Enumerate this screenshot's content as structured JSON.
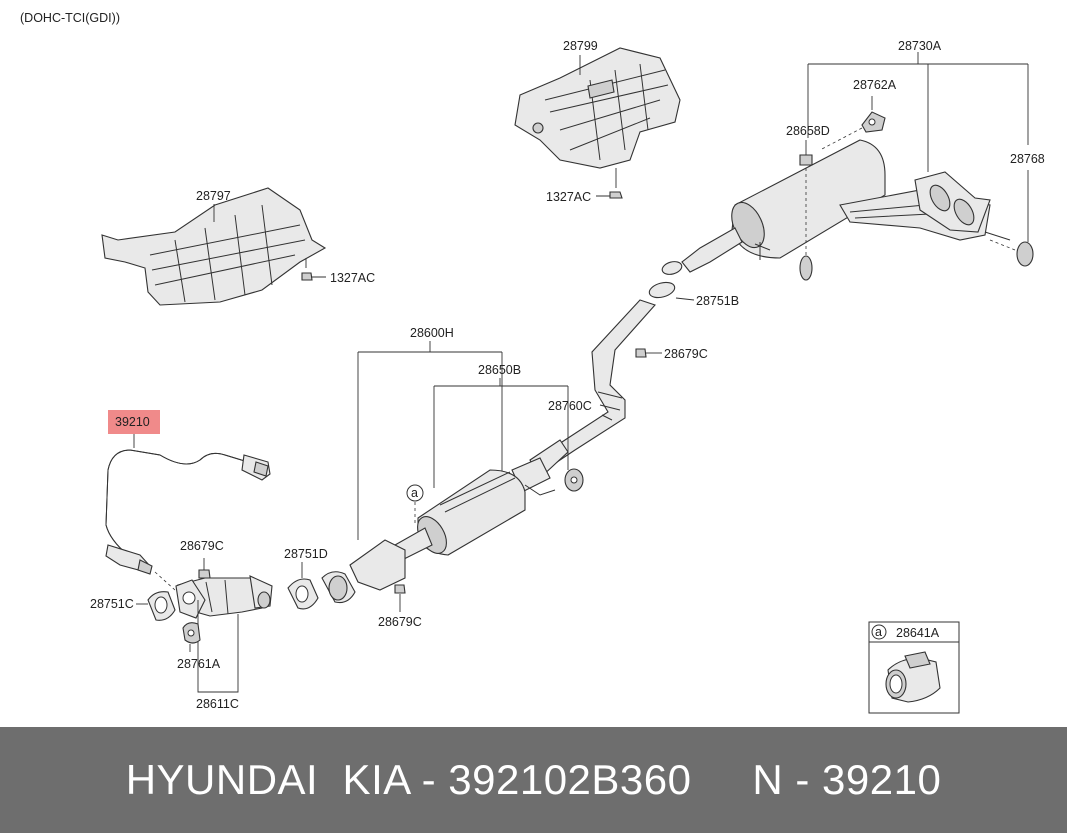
{
  "header": {
    "engine_label": "(DOHC-TCI(GDI))"
  },
  "parts": {
    "p28799": "28799",
    "p1327AC_top": "1327AC",
    "p28797": "28797",
    "p1327AC_left": "1327AC",
    "p28730A": "28730A",
    "p28762A": "28762A",
    "p28658D": "28658D",
    "p28768": "28768",
    "p28751B": "28751B",
    "p28679C_mid": "28679C",
    "p28600H": "28600H",
    "p28650B": "28650B",
    "p28760C": "28760C",
    "p39210": "39210",
    "p28679C_left": "28679C",
    "p28751D": "28751D",
    "p28751C": "28751C",
    "p28679C_low": "28679C",
    "p28761A": "28761A",
    "p28611C": "28611C",
    "ref_a": "a",
    "inset_ref": "a",
    "p28641A": "28641A"
  },
  "highlight": {
    "part": "39210",
    "color": "#f08a8a"
  },
  "footer": {
    "text": "HYUNDAI  KIA - 392102B360     N - 39210"
  },
  "colors": {
    "footer_bg": "#6e6e6e",
    "part_fill": "#e9e9e9",
    "shade_fill": "#cfcfcf",
    "line": "#333333"
  }
}
